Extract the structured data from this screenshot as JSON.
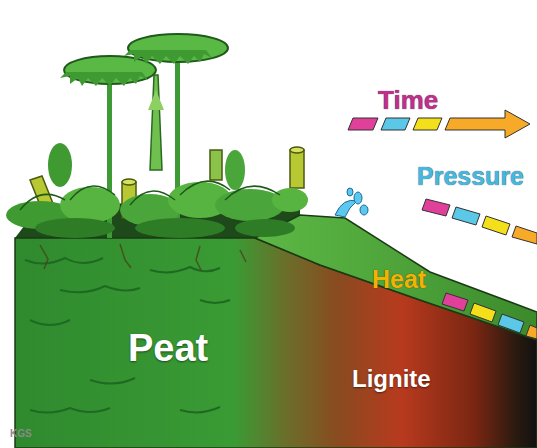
{
  "diagram": {
    "labels": [
      "Time",
      "Pressure",
      "Heat",
      "Peat",
      "Lignite",
      "KGS"
    ]
  }
}
